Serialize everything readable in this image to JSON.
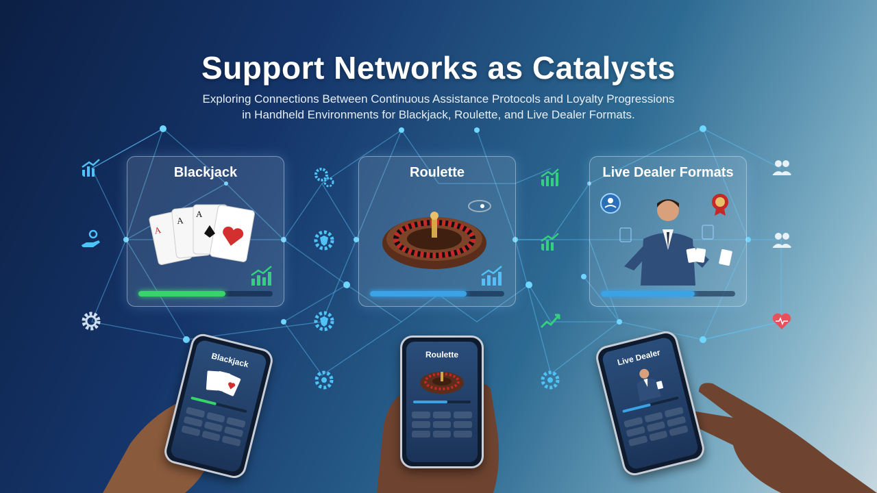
{
  "header": {
    "title": "Support Networks as Catalysts",
    "subtitle_line1": "Exploring Connections Between Continuous Assistance Protocols and Loyalty Progressions",
    "subtitle_line2": "in Handheld Environments for Blackjack, Roulette, and Live Dealer Formats."
  },
  "panels": [
    {
      "title": "Blackjack",
      "progress": 0.65,
      "bar_color": "#38d36b"
    },
    {
      "title": "Roulette",
      "progress": 0.72,
      "bar_color": "#3aa3e8"
    },
    {
      "title": "Live Dealer Formats",
      "progress": 0.7,
      "bar_color": "#3aa3e8"
    }
  ],
  "phones": [
    {
      "title": "Blackjack",
      "progress": 0.45
    },
    {
      "title": "Roulette",
      "progress": 0.6
    },
    {
      "title": "Live Dealer",
      "progress": 0.5
    }
  ],
  "colors": {
    "accent": "#4fc3f7",
    "growth": "#35d07f",
    "heart": "#e8505b"
  },
  "icons": [
    "growth-chart-icon",
    "hand-gear-icon",
    "gear-icon",
    "gears-icon",
    "shield-gear-icon",
    "users-icon",
    "heart-icon",
    "award-badge-icon",
    "support-agent-icon"
  ]
}
